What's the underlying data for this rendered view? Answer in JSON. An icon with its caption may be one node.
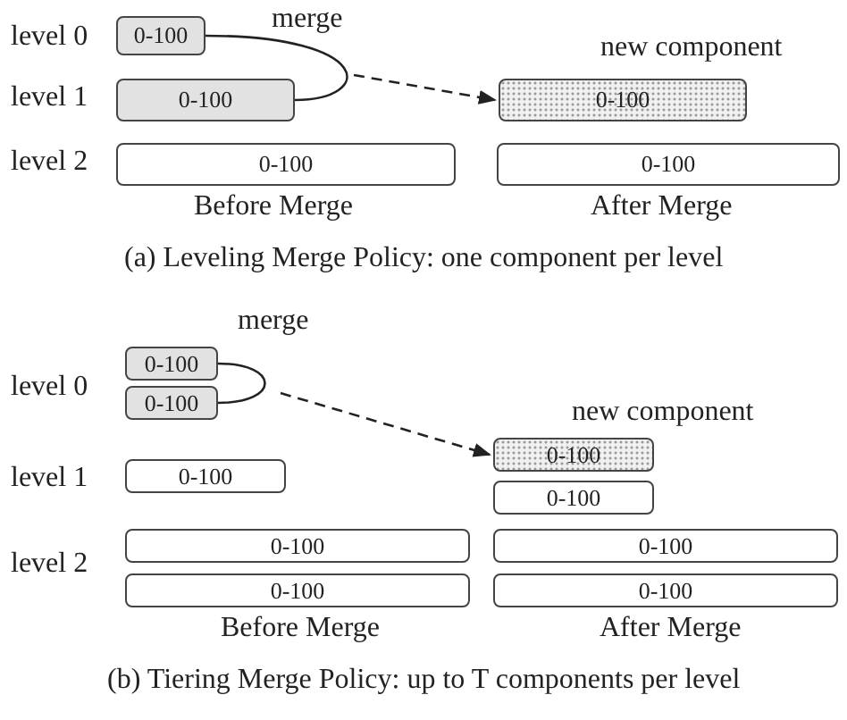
{
  "diagram": {
    "nodes": [
      {
        "text": [
          "0-100"
        ]
      },
      {
        "text": [
          "0-100"
        ]
      },
      {
        "text": [
          "0-100"
        ]
      },
      {
        "text": [
          "0-100"
        ],
        "beside": [
          "new component"
        ]
      },
      {
        "text": [
          "0-100"
        ]
      },
      {
        "text": [
          "0-100"
        ]
      },
      {
        "text": [
          "0-100"
        ]
      },
      {
        "text": [
          "0-100"
        ]
      },
      {
        "text": [
          "0-100"
        ]
      },
      {
        "text": [
          "0-100"
        ]
      },
      {
        "text": [
          "0-100"
        ],
        "beside": [
          "new component"
        ]
      },
      {
        "text": [
          "0-100"
        ]
      },
      {
        "text": [
          "0-100"
        ]
      },
      {
        "text": [
          "0-100"
        ]
      }
    ],
    "edges": [
      {
        "from": 0,
        "to": 1,
        "arrow": "none",
        "label": "merge"
      },
      {
        "from": null,
        "to": 3,
        "arrow": "to",
        "style": "dashed"
      },
      {
        "from": 5,
        "to": 6,
        "arrow": "none",
        "label": "merge"
      },
      {
        "from": null,
        "to": 10,
        "arrow": "to",
        "style": "dashed"
      }
    ],
    "labels": [
      "level 0",
      "level 1",
      "level 2",
      "Before Merge",
      "After Merge",
      "(a) Leveling Merge Policy: one component per level",
      "level 0",
      "level 1",
      "level 2",
      "Before Merge",
      "After Merge",
      "(b) Tiering Merge Policy: up to T components per level"
    ]
  }
}
